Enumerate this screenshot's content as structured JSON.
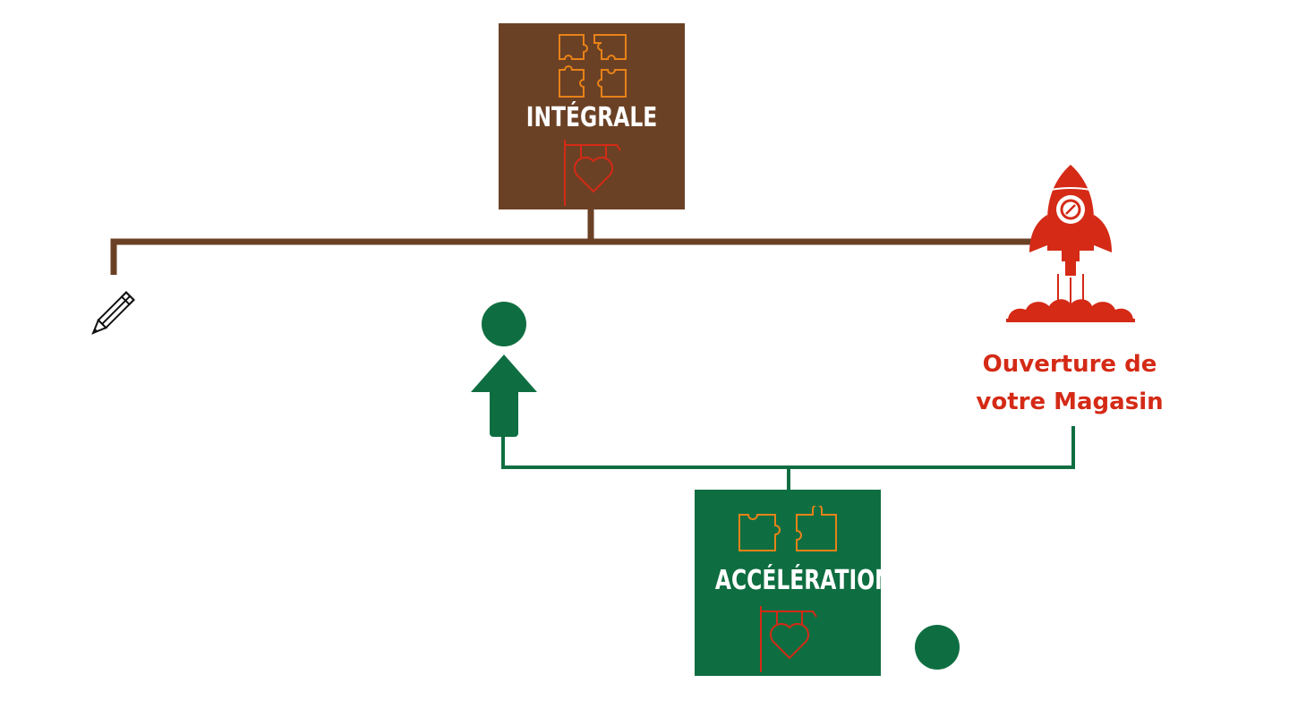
{
  "diagram": {
    "top_box": {
      "title": "INTÉGRALE"
    },
    "bottom_box": {
      "title": "ACCÉLÉRATION"
    },
    "milestone": {
      "label": "Ouverture de\nvotre Magasin"
    },
    "colors": {
      "brown": "#6b4125",
      "green": "#0f6e41",
      "orange": "#e88218",
      "red": "#d42a16",
      "white": "#ffffff"
    },
    "icons": [
      "pencil-icon",
      "puzzle-icon",
      "heart-sign-icon",
      "rocket-icon",
      "up-arrow-icon",
      "dot-icon"
    ]
  }
}
